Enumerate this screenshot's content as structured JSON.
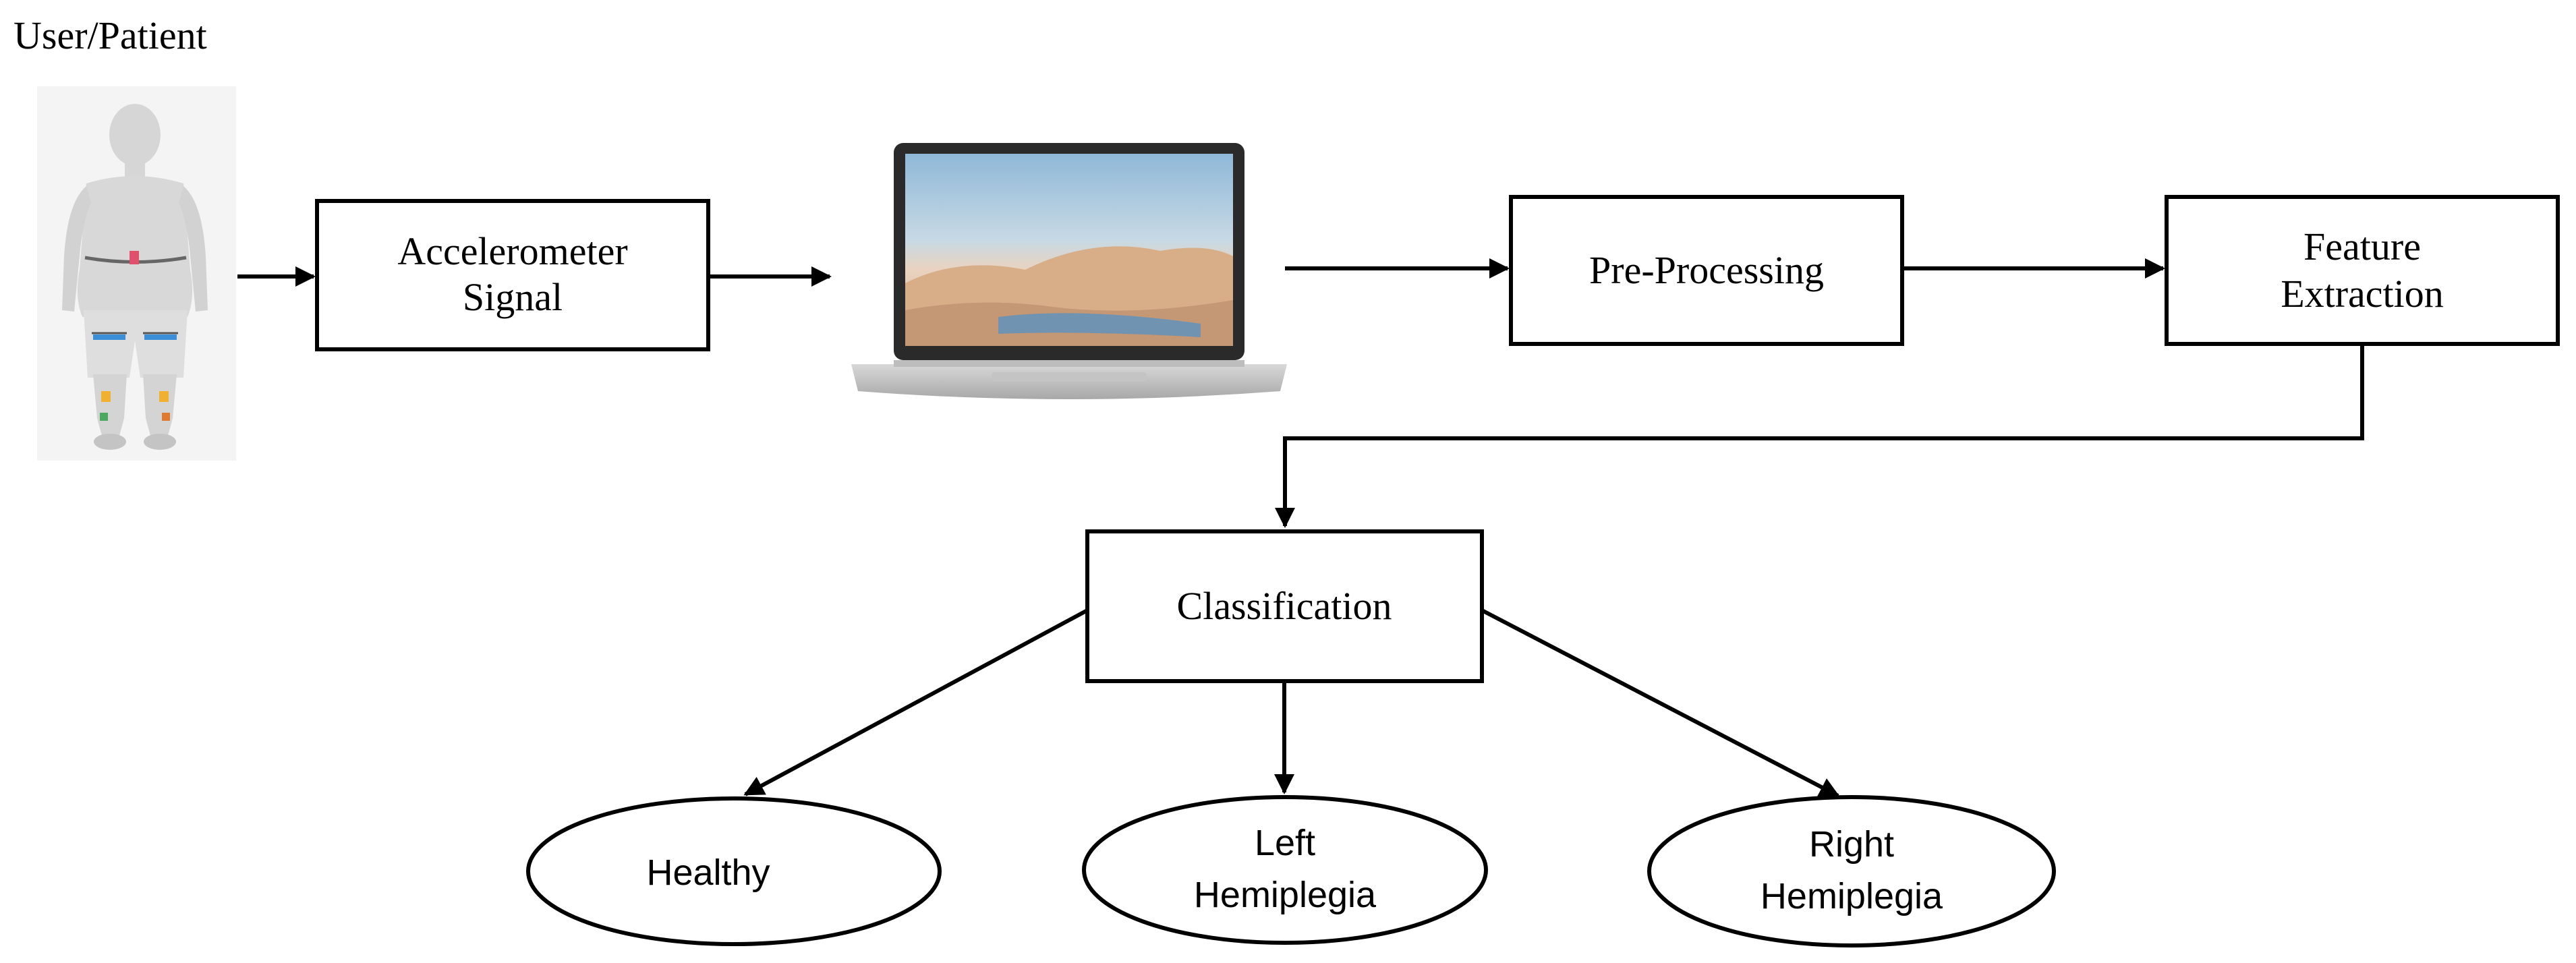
{
  "user_label": "User/Patient",
  "nodes": {
    "accelerometer": [
      "Accelerometer",
      "Signal"
    ],
    "preprocessing": [
      "Pre-Processing"
    ],
    "feature_extraction": [
      "Feature",
      "Extraction"
    ],
    "classification": [
      "Classification"
    ]
  },
  "outcomes": {
    "healthy": [
      "Healthy"
    ],
    "left_hemiplegia": [
      "Left",
      "Hemiplegia"
    ],
    "right_hemiplegia": [
      "Right",
      "Hemiplegia"
    ]
  },
  "icons": {
    "patient": "patient-figure-icon",
    "laptop": "laptop-icon"
  },
  "colors": {
    "stroke": "#000000",
    "sensor_waist": "#e0506a",
    "sensor_thigh": "#3a8fd8",
    "sensor_ankle": "#f0b030"
  }
}
